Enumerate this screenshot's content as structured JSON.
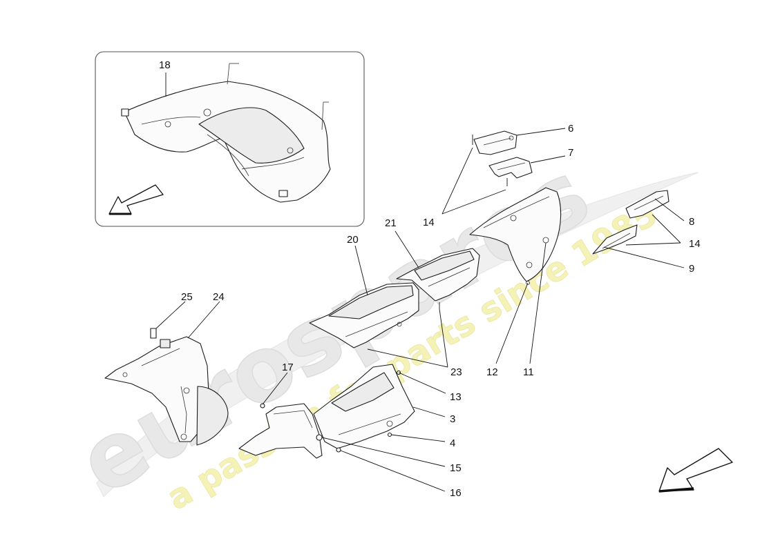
{
  "watermark": {
    "brand": "eurospares",
    "tagline": "a passion for parts since 1985",
    "brand_color": "#e6e6e6",
    "tagline_color": "#f3f0b0"
  },
  "inset": {
    "callout": "18"
  },
  "callouts": [
    {
      "id": "6",
      "label": "6"
    },
    {
      "id": "7",
      "label": "7"
    },
    {
      "id": "14a",
      "label": "14"
    },
    {
      "id": "8",
      "label": "8"
    },
    {
      "id": "14b",
      "label": "14"
    },
    {
      "id": "9",
      "label": "9"
    },
    {
      "id": "21",
      "label": "21"
    },
    {
      "id": "20",
      "label": "20"
    },
    {
      "id": "25",
      "label": "25"
    },
    {
      "id": "24",
      "label": "24"
    },
    {
      "id": "17",
      "label": "17"
    },
    {
      "id": "23",
      "label": "23"
    },
    {
      "id": "12",
      "label": "12"
    },
    {
      "id": "11",
      "label": "11"
    },
    {
      "id": "13",
      "label": "13"
    },
    {
      "id": "3",
      "label": "3"
    },
    {
      "id": "4",
      "label": "4"
    },
    {
      "id": "15",
      "label": "15"
    },
    {
      "id": "16",
      "label": "16"
    }
  ],
  "icons": {
    "inset_arrow": "direction-arrow-icon",
    "main_arrow": "direction-arrow-icon"
  }
}
